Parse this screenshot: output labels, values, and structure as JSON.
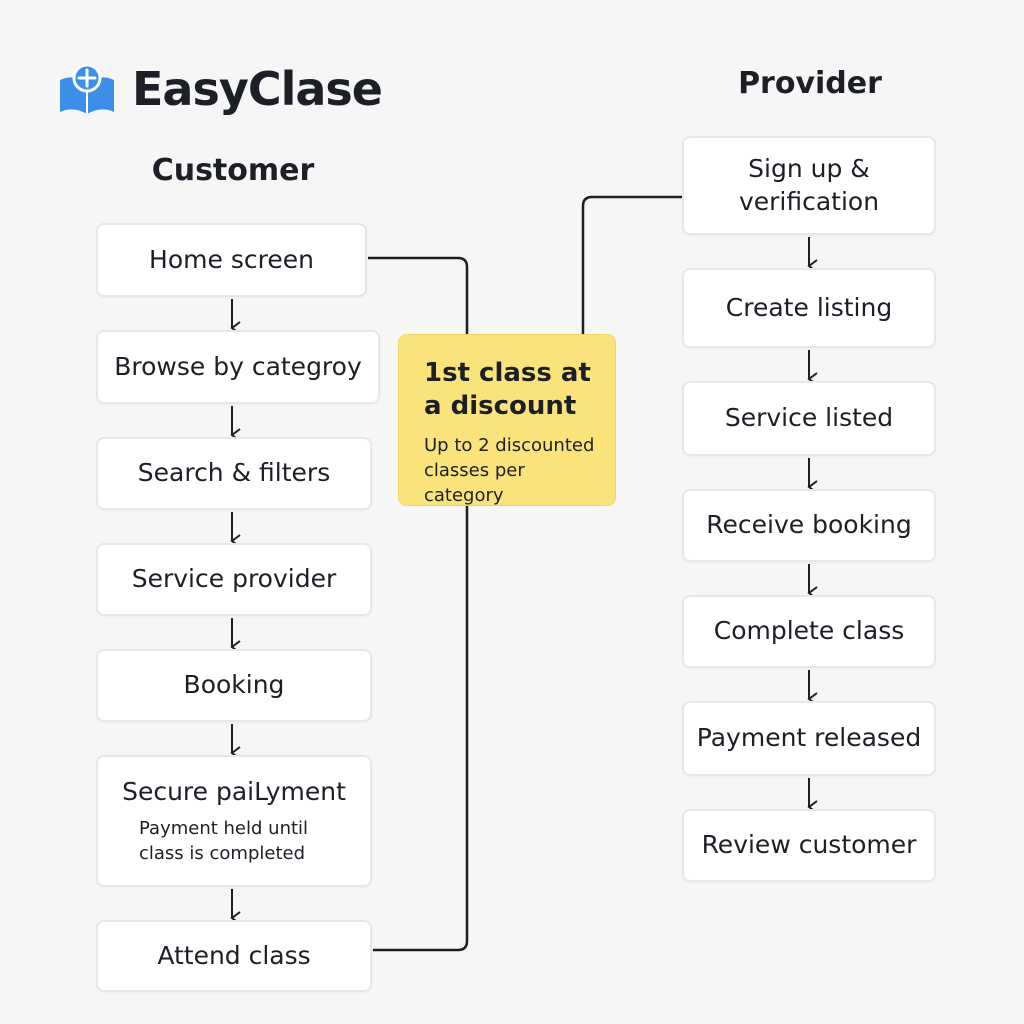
{
  "brand": {
    "name": "EasyClase",
    "logo_icon": "book-compass-icon",
    "logo_color": "#3b8fe8"
  },
  "customer": {
    "heading": "Customer",
    "steps": [
      {
        "label": "Home screen"
      },
      {
        "label": "Browse by categroy"
      },
      {
        "label": "Search & filters"
      },
      {
        "label": "Service provider"
      },
      {
        "label": "Booking"
      },
      {
        "label": "Secure paiLyment",
        "note": "Payment held until class is completed"
      },
      {
        "label": "Attend class"
      }
    ]
  },
  "provider": {
    "heading": "Provider",
    "steps": [
      {
        "label": "Sign up & verification"
      },
      {
        "label": "Create listing"
      },
      {
        "label": "Service listed"
      },
      {
        "label": "Receive booking"
      },
      {
        "label": "Complete class"
      },
      {
        "label": "Payment released"
      },
      {
        "label": "Review customer"
      }
    ]
  },
  "promo": {
    "title": "1st class at a discount",
    "subtitle": "Up to 2 discounted classes per category",
    "color": "#fbe37c"
  }
}
